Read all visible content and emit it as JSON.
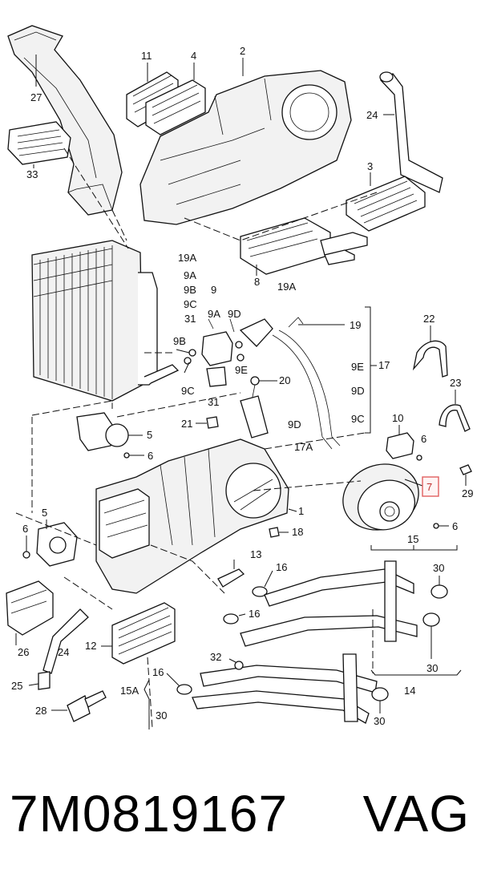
{
  "highlight_color": "#e06060",
  "highlighted_label": "7",
  "callouts": [
    {
      "id": "27",
      "text": "27"
    },
    {
      "id": "11",
      "text": "11"
    },
    {
      "id": "4",
      "text": "4"
    },
    {
      "id": "2",
      "text": "2"
    },
    {
      "id": "24a",
      "text": "24"
    },
    {
      "id": "33",
      "text": "33"
    },
    {
      "id": "3",
      "text": "3"
    },
    {
      "id": "19A-1",
      "text": "19A"
    },
    {
      "id": "9A-1",
      "text": "9A"
    },
    {
      "id": "9B-1",
      "text": "9B"
    },
    {
      "id": "9-1",
      "text": "9"
    },
    {
      "id": "9C-1",
      "text": "9C"
    },
    {
      "id": "31-1",
      "text": "31"
    },
    {
      "id": "8",
      "text": "8"
    },
    {
      "id": "19A-2",
      "text": "19A"
    },
    {
      "id": "19",
      "text": "19"
    },
    {
      "id": "9A-2",
      "text": "9A"
    },
    {
      "id": "9D-1",
      "text": "9D"
    },
    {
      "id": "9B-2",
      "text": "9B"
    },
    {
      "id": "9E-1",
      "text": "9E"
    },
    {
      "id": "9E-2",
      "text": "9E"
    },
    {
      "id": "17",
      "text": "17"
    },
    {
      "id": "9C-2",
      "text": "9C"
    },
    {
      "id": "31-2",
      "text": "31"
    },
    {
      "id": "20",
      "text": "20"
    },
    {
      "id": "9D-2",
      "text": "9D"
    },
    {
      "id": "22",
      "text": "22"
    },
    {
      "id": "23",
      "text": "23"
    },
    {
      "id": "5-1",
      "text": "5"
    },
    {
      "id": "6-1",
      "text": "6"
    },
    {
      "id": "21",
      "text": "21"
    },
    {
      "id": "9D-3",
      "text": "9D"
    },
    {
      "id": "9C-3",
      "text": "9C"
    },
    {
      "id": "17A",
      "text": "17A"
    },
    {
      "id": "10",
      "text": "10"
    },
    {
      "id": "6-2",
      "text": "6"
    },
    {
      "id": "29",
      "text": "29"
    },
    {
      "id": "7",
      "text": "7"
    },
    {
      "id": "1",
      "text": "1"
    },
    {
      "id": "5-2",
      "text": "5"
    },
    {
      "id": "6-3",
      "text": "6"
    },
    {
      "id": "18",
      "text": "18"
    },
    {
      "id": "6-4",
      "text": "6"
    },
    {
      "id": "15",
      "text": "15"
    },
    {
      "id": "30-1",
      "text": "30"
    },
    {
      "id": "13",
      "text": "13"
    },
    {
      "id": "16-1",
      "text": "16"
    },
    {
      "id": "16-2",
      "text": "16"
    },
    {
      "id": "26",
      "text": "26"
    },
    {
      "id": "24b",
      "text": "24"
    },
    {
      "id": "12",
      "text": "12"
    },
    {
      "id": "30-2",
      "text": "30"
    },
    {
      "id": "32",
      "text": "32"
    },
    {
      "id": "16-3",
      "text": "16"
    },
    {
      "id": "14",
      "text": "14"
    },
    {
      "id": "25",
      "text": "25"
    },
    {
      "id": "15A",
      "text": "15A"
    },
    {
      "id": "30-3",
      "text": "30"
    },
    {
      "id": "28",
      "text": "28"
    },
    {
      "id": "30-4",
      "text": "30"
    }
  ],
  "caption": {
    "part_number": "7M0819167",
    "brand": "VAG"
  }
}
